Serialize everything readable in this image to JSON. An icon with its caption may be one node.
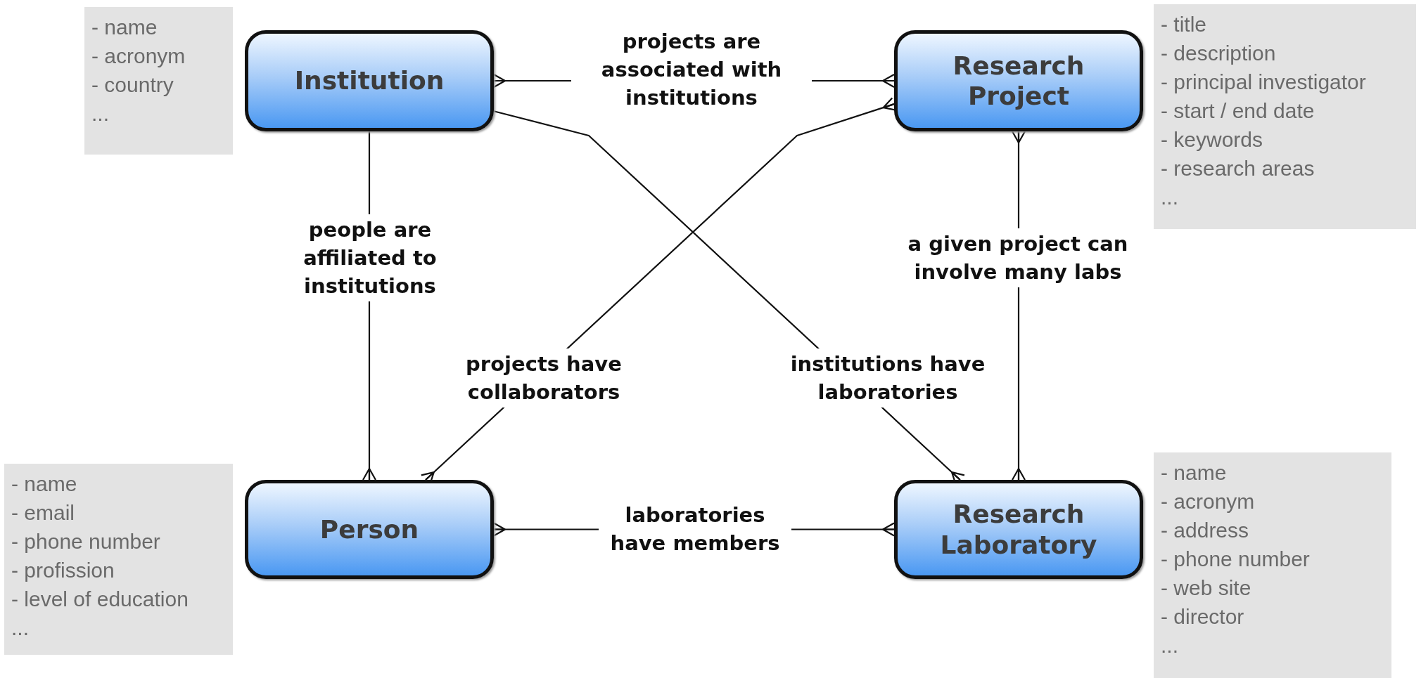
{
  "diagram": {
    "nodes": [
      {
        "text": [
          "Institution"
        ]
      },
      {
        "text": [
          "Research Project"
        ]
      },
      {
        "text": [
          "Person"
        ]
      },
      {
        "text": [
          "Research Laboratory"
        ]
      },
      {
        "text": [
          "- name",
          "- acronym",
          "- country",
          "..."
        ]
      },
      {
        "text": [
          "- title",
          "- description",
          "- principal investigator",
          "- start / end date",
          "- keywords",
          "- research areas",
          "..."
        ]
      },
      {
        "text": [
          "- name",
          "- email",
          "- phone number",
          "- profission",
          "- level of education",
          "..."
        ]
      },
      {
        "text": [
          "- name",
          "- acronym",
          "- address",
          "- phone number",
          "- web site",
          "- director",
          "..."
        ]
      }
    ],
    "edges": [
      {
        "from": 0,
        "to": 1,
        "arrow": "other",
        "label": "projects are associated with institutions"
      },
      {
        "from": 0,
        "to": 2,
        "arrow": "other",
        "label": "people are affiliated to institutions"
      },
      {
        "from": 0,
        "to": 3,
        "arrow": "other",
        "label": "institutions have laboratories"
      },
      {
        "from": 1,
        "to": 2,
        "arrow": "other",
        "label": "projects have collaborators"
      },
      {
        "from": 1,
        "to": 3,
        "arrow": "other",
        "label": "a given project can involve many labs"
      },
      {
        "from": 2,
        "to": 3,
        "arrow": "other",
        "label": "laboratories have members"
      }
    ]
  }
}
